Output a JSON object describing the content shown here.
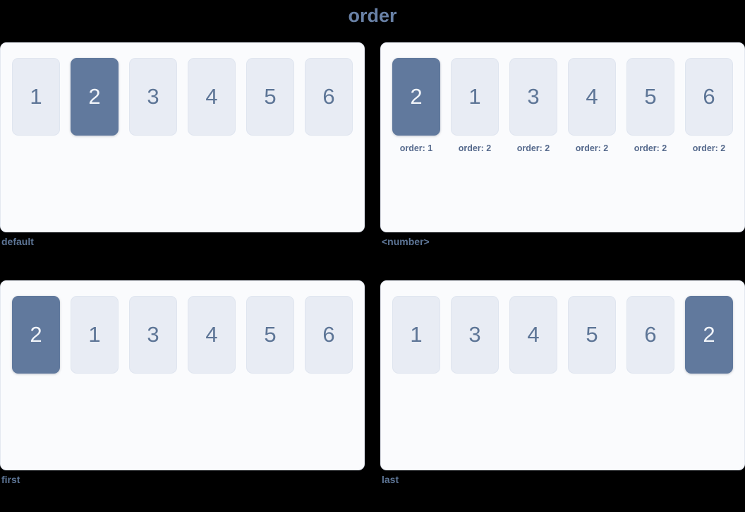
{
  "title": "order",
  "theme": {
    "background": "#000000",
    "title_color": "#6981a6",
    "panel_background": "#fafbfd",
    "panel_border": "#e4e8f0",
    "card_background": "#e8ecf4",
    "card_text": "#5d7596",
    "card_highlight_background": "#61799d",
    "card_highlight_text": "#f2f5fa",
    "caption_color": "#5d7596",
    "order_label_color": "#55698c"
  },
  "panels": [
    {
      "caption": "default",
      "has_order_labels": false,
      "cards": [
        {
          "value": "1",
          "highlight": false,
          "order_label": ""
        },
        {
          "value": "2",
          "highlight": true,
          "order_label": ""
        },
        {
          "value": "3",
          "highlight": false,
          "order_label": ""
        },
        {
          "value": "4",
          "highlight": false,
          "order_label": ""
        },
        {
          "value": "5",
          "highlight": false,
          "order_label": ""
        },
        {
          "value": "6",
          "highlight": false,
          "order_label": ""
        }
      ]
    },
    {
      "caption": "<number>",
      "has_order_labels": true,
      "cards": [
        {
          "value": "2",
          "highlight": true,
          "order_label": "order: 1"
        },
        {
          "value": "1",
          "highlight": false,
          "order_label": "order: 2"
        },
        {
          "value": "3",
          "highlight": false,
          "order_label": "order: 2"
        },
        {
          "value": "4",
          "highlight": false,
          "order_label": "order: 2"
        },
        {
          "value": "5",
          "highlight": false,
          "order_label": "order: 2"
        },
        {
          "value": "6",
          "highlight": false,
          "order_label": "order: 2"
        }
      ]
    },
    {
      "caption": "first",
      "has_order_labels": false,
      "cards": [
        {
          "value": "2",
          "highlight": true,
          "order_label": ""
        },
        {
          "value": "1",
          "highlight": false,
          "order_label": ""
        },
        {
          "value": "3",
          "highlight": false,
          "order_label": ""
        },
        {
          "value": "4",
          "highlight": false,
          "order_label": ""
        },
        {
          "value": "5",
          "highlight": false,
          "order_label": ""
        },
        {
          "value": "6",
          "highlight": false,
          "order_label": ""
        }
      ]
    },
    {
      "caption": "last",
      "has_order_labels": false,
      "cards": [
        {
          "value": "1",
          "highlight": false,
          "order_label": ""
        },
        {
          "value": "3",
          "highlight": false,
          "order_label": ""
        },
        {
          "value": "4",
          "highlight": false,
          "order_label": ""
        },
        {
          "value": "5",
          "highlight": false,
          "order_label": ""
        },
        {
          "value": "6",
          "highlight": false,
          "order_label": ""
        },
        {
          "value": "2",
          "highlight": true,
          "order_label": ""
        }
      ]
    }
  ]
}
